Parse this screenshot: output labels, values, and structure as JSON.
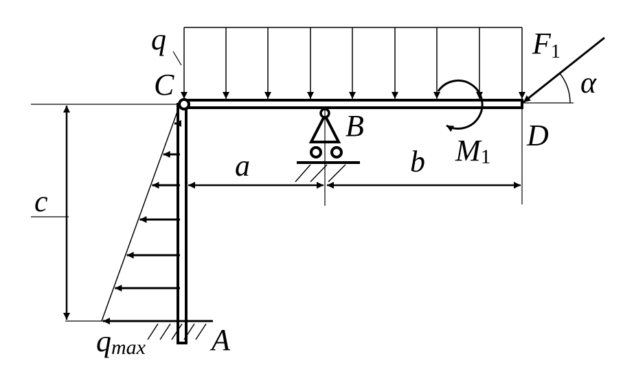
{
  "labels": {
    "q": "q",
    "C": "C",
    "F1": "F",
    "F1_sub": "1",
    "alpha": "α",
    "B": "B",
    "D": "D",
    "M1": "M",
    "M1_sub": "1",
    "a": "a",
    "b": "b",
    "c": "c",
    "qmax": "q",
    "qmax_sub": "max",
    "A": "A"
  },
  "colors": {
    "ink": "#000000",
    "background": "#ffffff"
  }
}
